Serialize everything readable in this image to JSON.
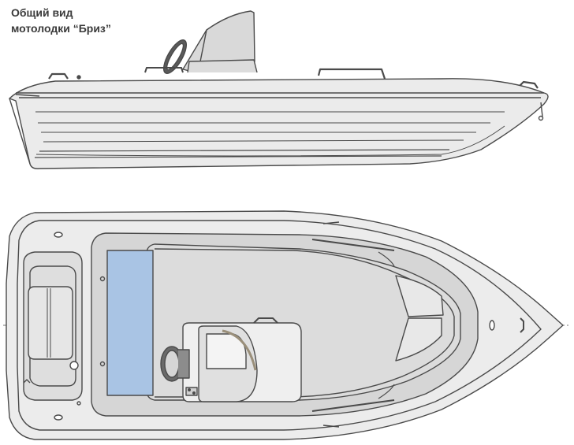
{
  "caption": {
    "line1": "Общий вид",
    "line2": "мотолодки “Бриз”"
  },
  "views": [
    {
      "name": "side-view",
      "label": ""
    },
    {
      "name": "top-view",
      "label": ""
    }
  ],
  "colors": {
    "hull_fill": "#ececec",
    "hull_stroke": "#4a4a4a",
    "deck_fill": "#d8d8d8",
    "seat_fill": "#a9c4e4",
    "windshield": "#d7d7d7",
    "axis_line": "#777777"
  }
}
